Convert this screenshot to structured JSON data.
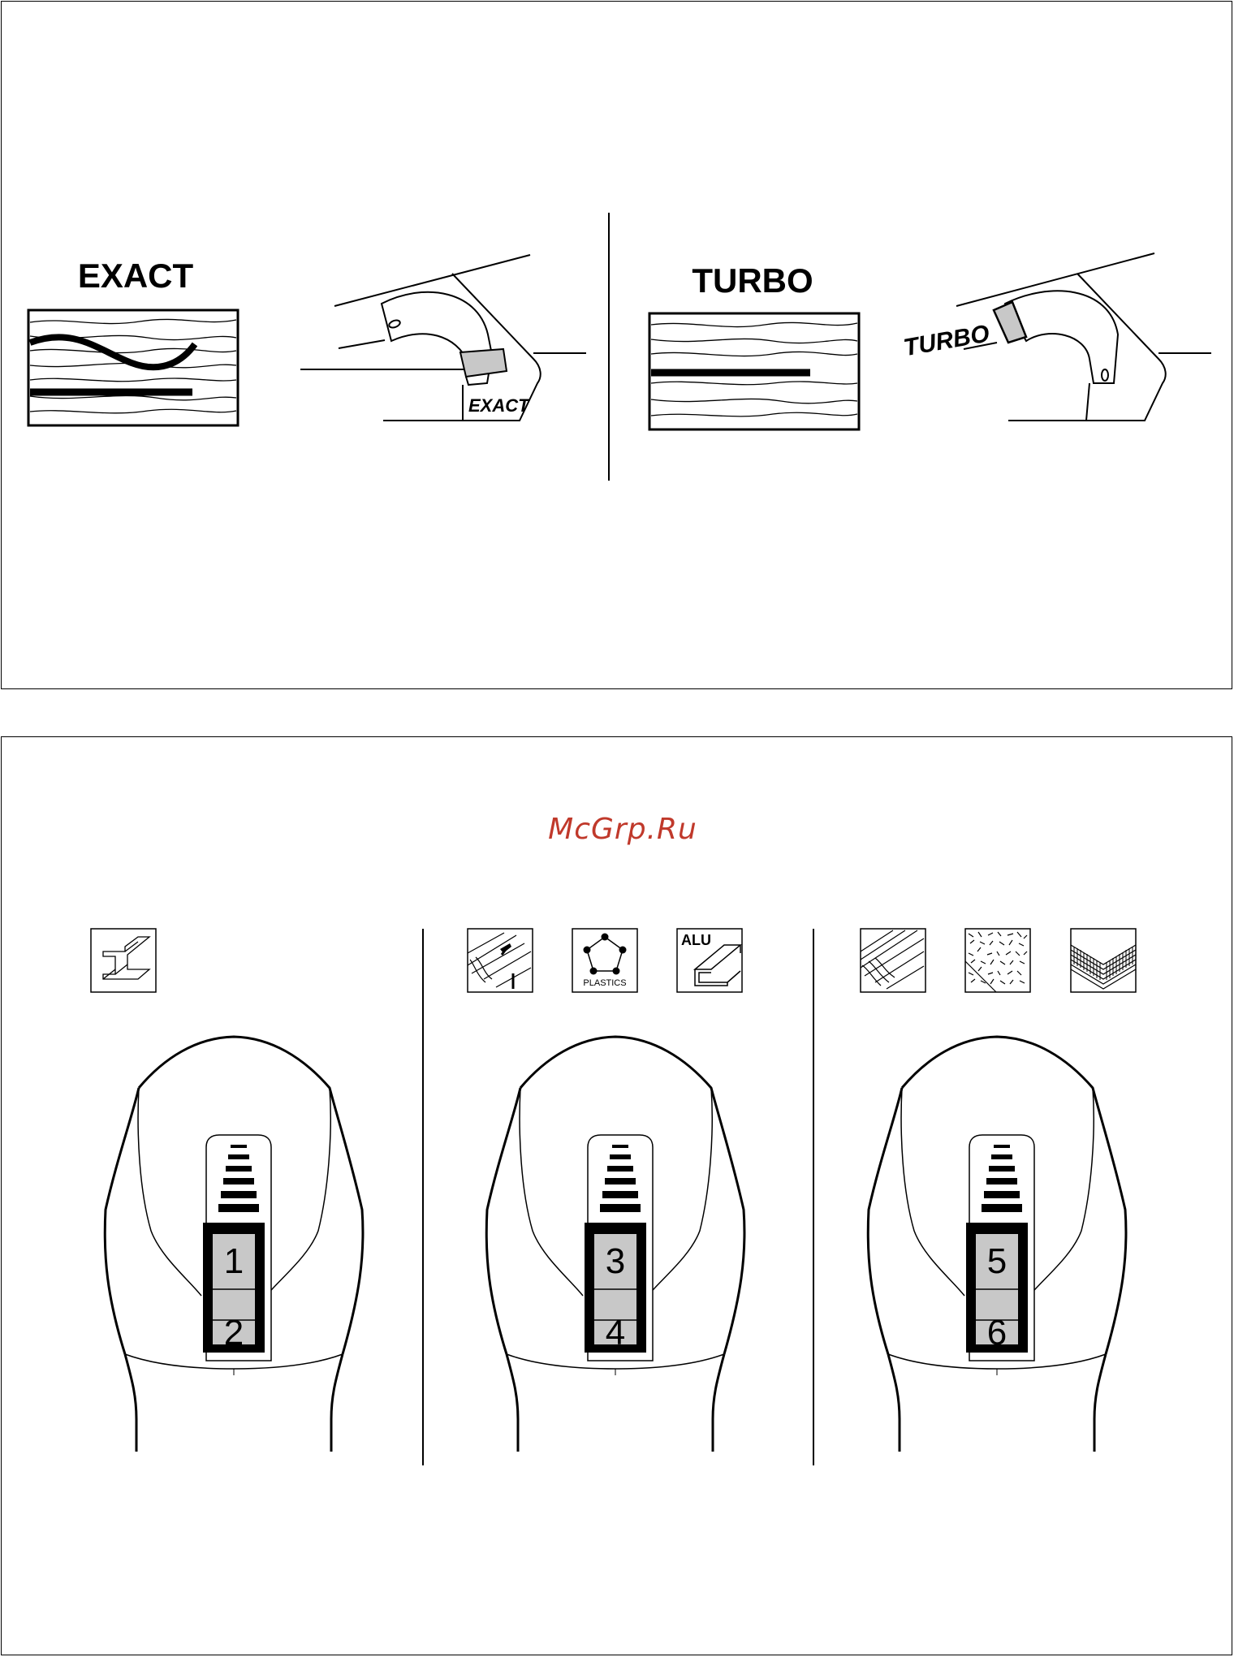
{
  "top": {
    "mode_exact": "EXACT",
    "mode_turbo": "TURBO",
    "switch_exact_label": "EXACT",
    "switch_turbo_label": "TURBO"
  },
  "bottom": {
    "watermark": "McGrp.Ru",
    "material_icons": [
      "steel-beam-icon",
      "hardwood-icon",
      "plastics-icon",
      "aluminium-icon",
      "softwood-icon",
      "chipboard-icon",
      "plywood-icon"
    ],
    "icon_texts": {
      "plastics": "PLASTICS",
      "alu": "ALU"
    },
    "dials": [
      {
        "top": "1",
        "bottom": "2"
      },
      {
        "top": "3",
        "bottom": "4"
      },
      {
        "top": "5",
        "bottom": "6"
      }
    ],
    "watermark_color": "#c0392b",
    "dial_fill_color": "#c8c8c8"
  }
}
